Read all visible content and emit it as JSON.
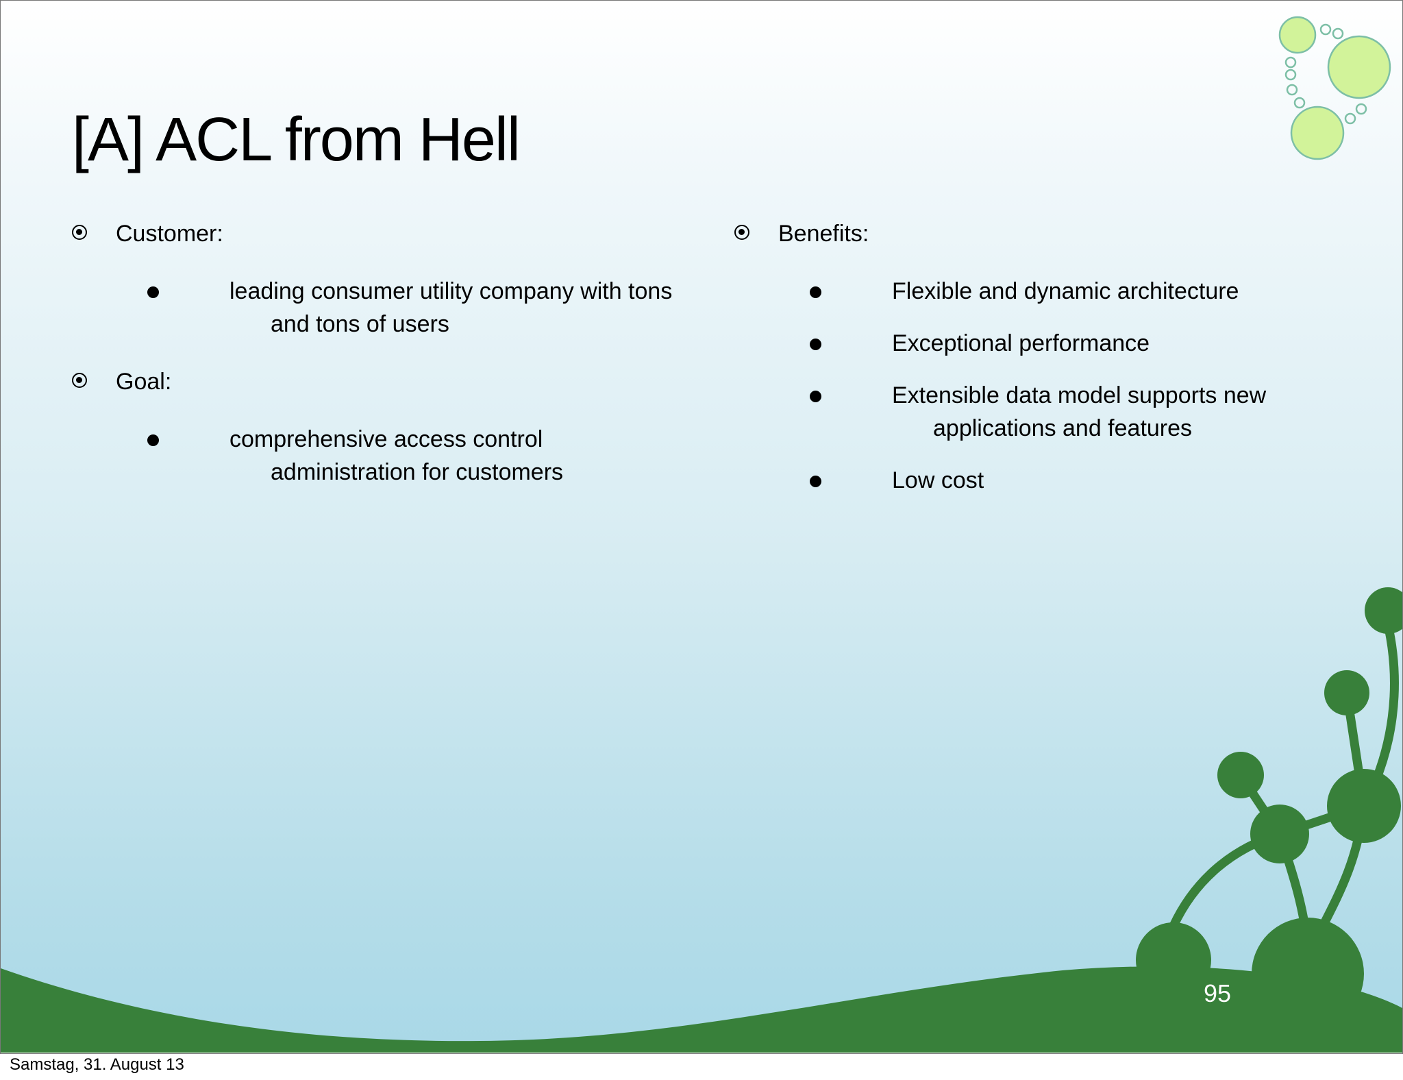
{
  "slide": {
    "title": "[A] ACL from Hell",
    "left_column": [
      {
        "label": "Customer:",
        "items": [
          "leading consumer utility company with tons and tons of users"
        ]
      },
      {
        "label": "Goal:",
        "items": [
          "comprehensive access control administration for customers"
        ]
      }
    ],
    "right_column": [
      {
        "label": "Benefits:",
        "items": [
          "Flexible and dynamic architecture",
          "Exceptional performance",
          "Extensible data model supports new applications and features",
          "Low cost"
        ]
      }
    ],
    "page_number": "95"
  },
  "footer": {
    "date": "Samstag, 31. August 13"
  },
  "colors": {
    "accent_green": "#38803a",
    "bubble_green": "#d2f39a",
    "bubble_outline": "#7dbfa6"
  },
  "icons": {
    "level1_bullet": "target-bullet-icon",
    "level2_bullet": "filled-circle-bullet-icon"
  }
}
